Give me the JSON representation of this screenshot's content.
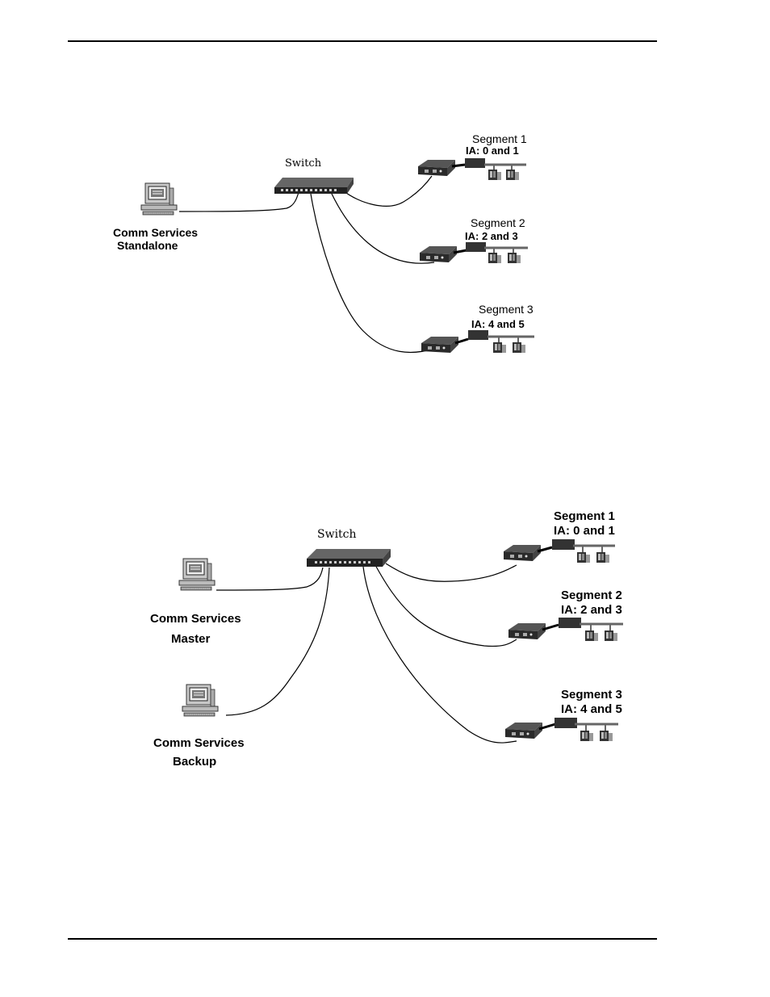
{
  "diagram1": {
    "switch_label": "Switch",
    "computer": {
      "line1": "Comm Services",
      "line2": "Standalone"
    },
    "segments": [
      {
        "name": "Segment 1",
        "ia": "IA:  0 and 1"
      },
      {
        "name": "Segment 2",
        "ia": "IA: 2 and 3"
      },
      {
        "name": "Segment 3",
        "ia": "IA: 4 and 5"
      }
    ]
  },
  "diagram2": {
    "switch_label": "Switch",
    "master": {
      "line1": "Comm Services",
      "line2": "Master"
    },
    "backup": {
      "line1": "Comm Services",
      "line2": "Backup"
    },
    "segments": [
      {
        "name": "Segment 1",
        "ia": "IA:  0 and 1"
      },
      {
        "name": "Segment 2",
        "ia": "IA: 2 and 3"
      },
      {
        "name": "Segment 3",
        "ia": "IA: 4 and 5"
      }
    ]
  }
}
